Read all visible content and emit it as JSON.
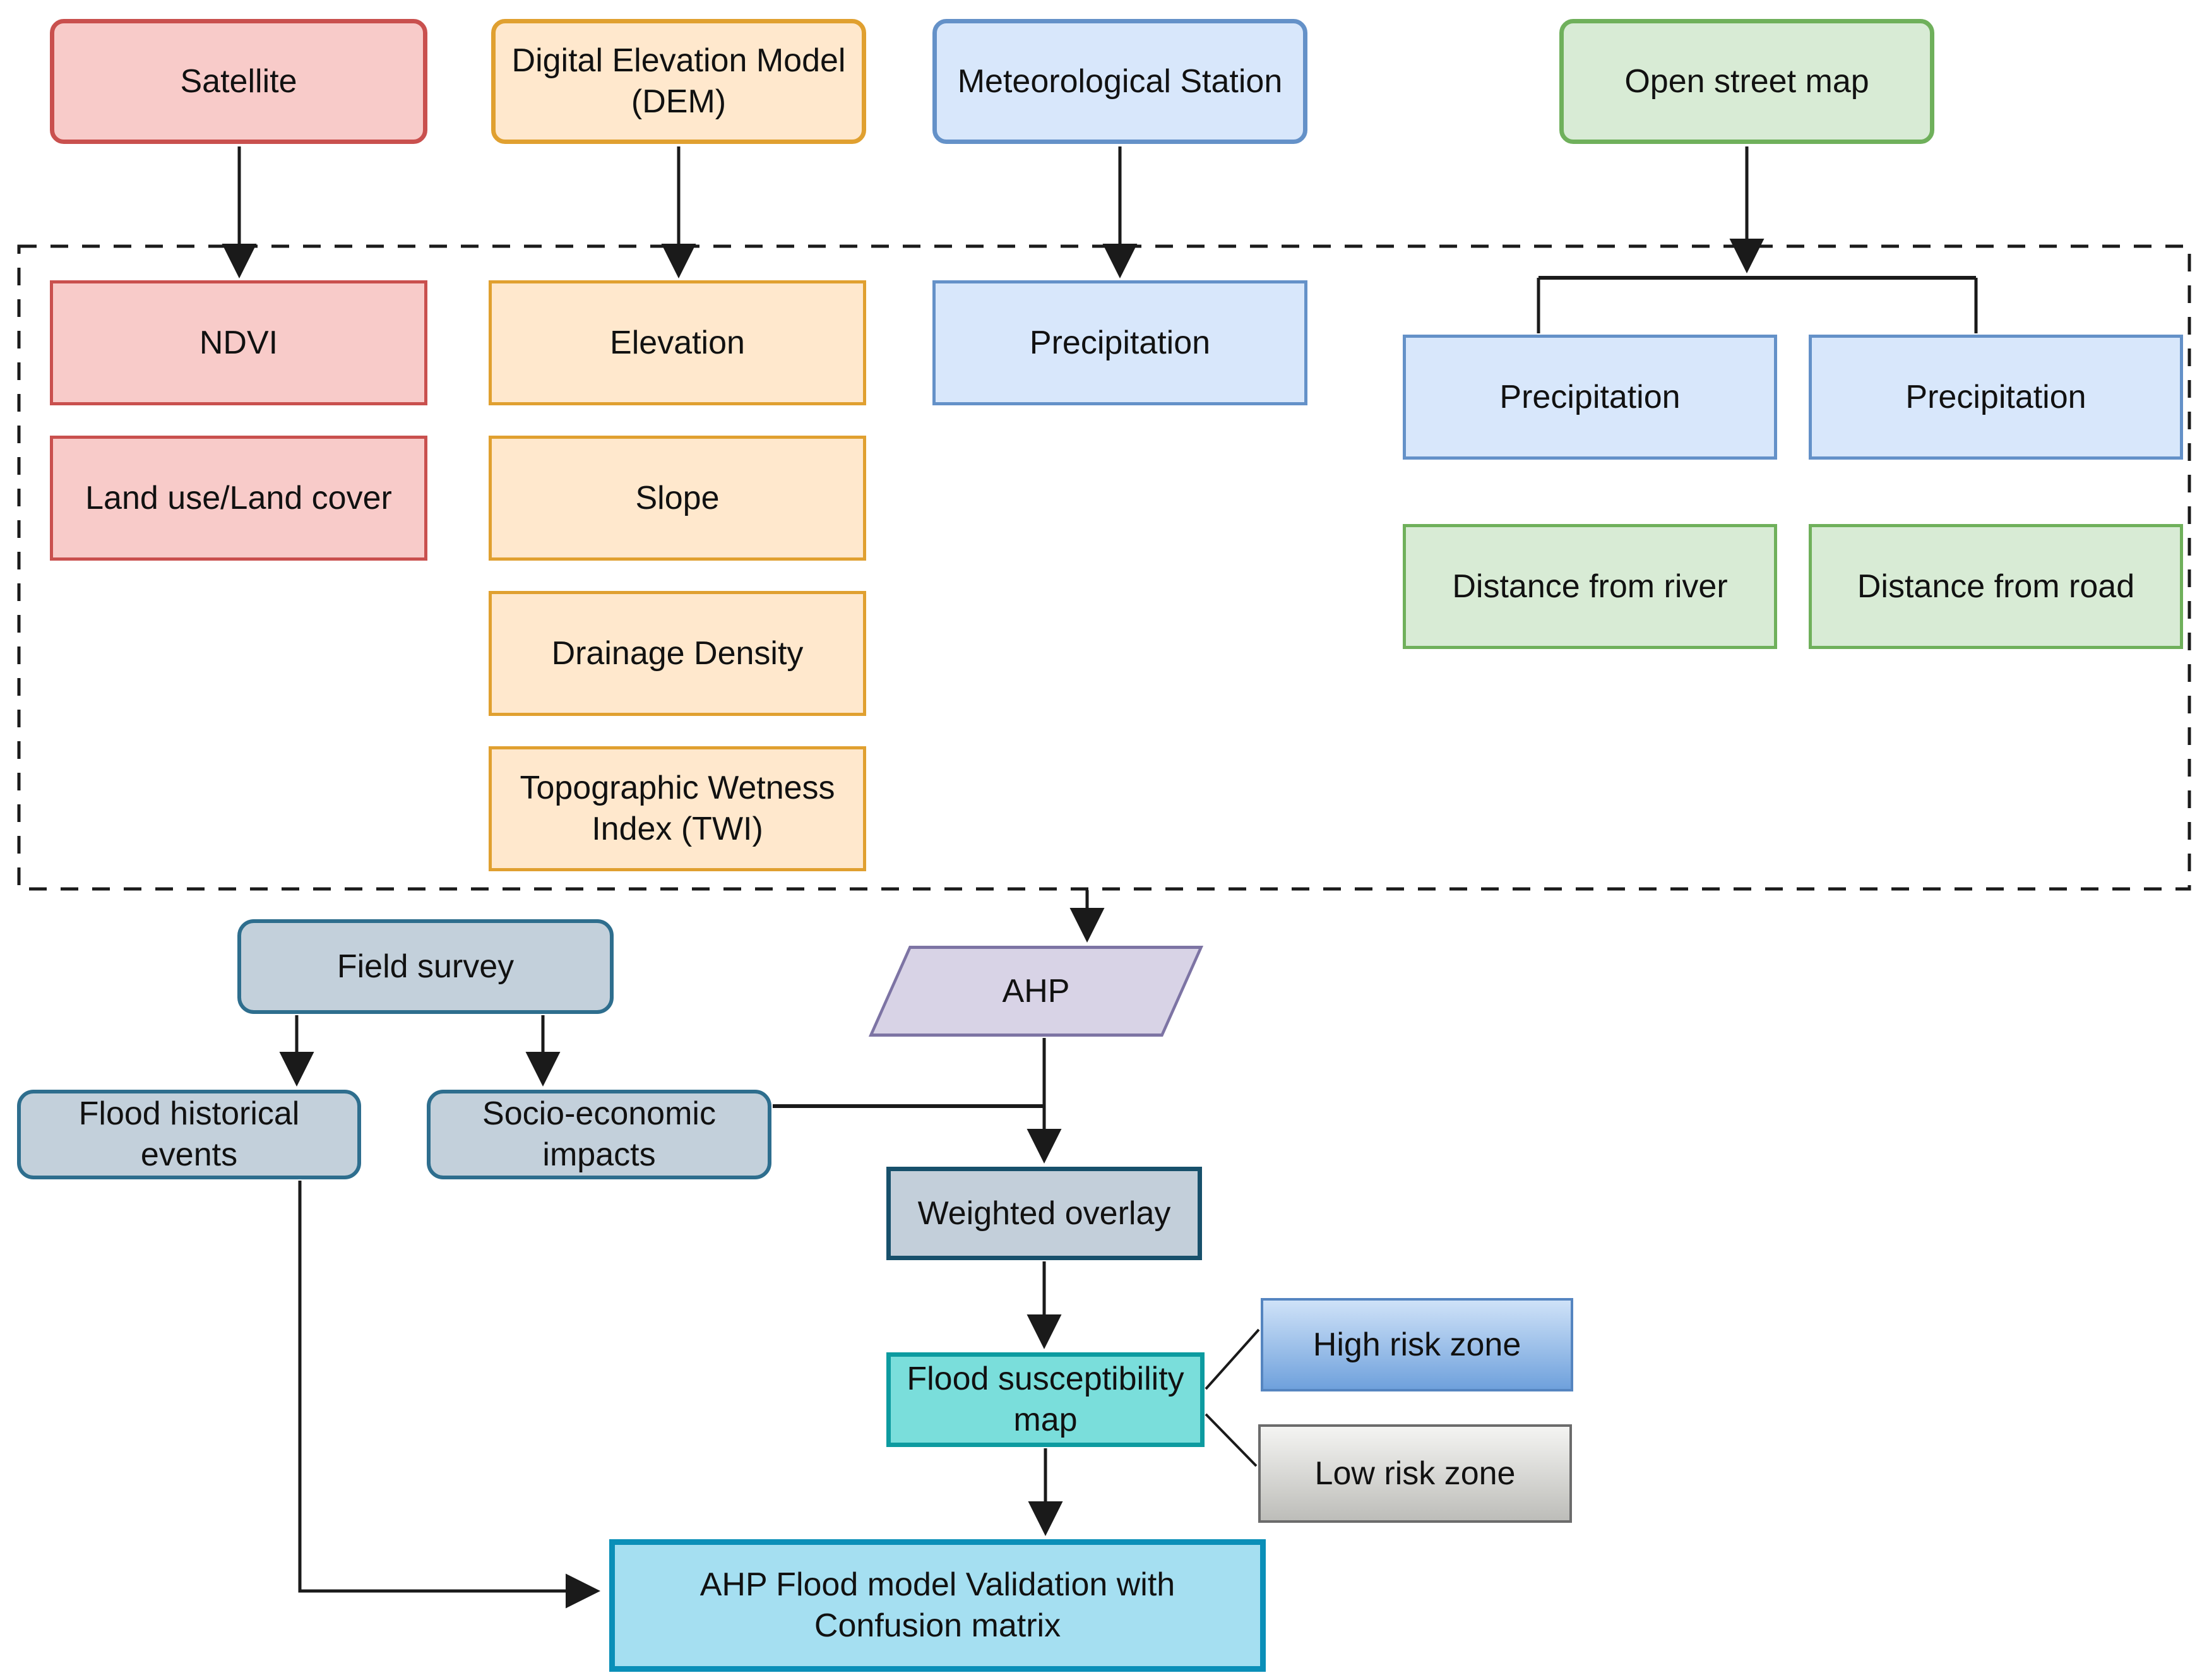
{
  "nodes": {
    "satellite": {
      "label": "Satellite"
    },
    "dem": {
      "label": "Digital Elevation Model (DEM)"
    },
    "met_station": {
      "label": "Meteorological Station"
    },
    "osm": {
      "label": "Open street map"
    },
    "ndvi": {
      "label": "NDVI"
    },
    "lulc": {
      "label": "Land use/Land cover"
    },
    "elevation": {
      "label": "Elevation"
    },
    "slope": {
      "label": "Slope"
    },
    "drainage_density": {
      "label": "Drainage Density"
    },
    "twi": {
      "label": "Topographic Wetness Index (TWI)"
    },
    "precipitation_station": {
      "label": "Precipitation"
    },
    "precipitation_osm_left": {
      "label": "Precipitation"
    },
    "precipitation_osm_right": {
      "label": "Precipitation"
    },
    "distance_from_river": {
      "label": "Distance from river"
    },
    "distance_from_road": {
      "label": "Distance from road"
    },
    "field_survey": {
      "label": "Field survey"
    },
    "flood_historical_events": {
      "label": "Flood historical events"
    },
    "socio_economic_impacts": {
      "label": "Socio-economic impacts"
    },
    "ahp": {
      "label": "AHP"
    },
    "weighted_overlay": {
      "label": "Weighted overlay"
    },
    "flood_susceptibility_map": {
      "label": "Flood susceptibility map"
    },
    "high_risk_zone": {
      "label": "High risk zone"
    },
    "low_risk_zone": {
      "label": "Low risk zone"
    },
    "validation": {
      "label": "AHP Flood model Validation with Confusion matrix"
    }
  },
  "colors": {
    "red_fill": "#f8cbc9",
    "red_stroke": "#c9504e",
    "orange_fill": "#ffe8cd",
    "orange_stroke": "#e0a030",
    "blue_fill": "#d8e7fb",
    "blue_stroke": "#6491c8",
    "green_fill": "#d8ebd5",
    "green_stroke": "#6fb05b",
    "slate_fill": "#c3d0db",
    "slate_stroke": "#2e6e8e",
    "slate_dark_stroke": "#17506b",
    "purple_fill": "#d8d3e6",
    "purple_stroke": "#7d74a4",
    "teal_fill": "#7adedb",
    "teal_stroke": "#0d9ba0",
    "cyan_fill": "#a5dff1",
    "cyan_stroke": "#0a8fb8",
    "high_risk_gradient": [
      "#cfe2f8",
      "#6fa1dc"
    ],
    "low_risk_gradient": [
      "#f4f4f2",
      "#bdbdb9"
    ],
    "line": "#1a1a1a",
    "text": "#111111"
  },
  "edges": [
    [
      "satellite",
      "ndvi"
    ],
    [
      "dem",
      "elevation"
    ],
    [
      "met_station",
      "precipitation_station"
    ],
    [
      "osm",
      "precipitation_osm_left"
    ],
    [
      "osm",
      "precipitation_osm_right"
    ],
    [
      "data_boundary",
      "ahp"
    ],
    [
      "field_survey",
      "flood_historical_events"
    ],
    [
      "field_survey",
      "socio_economic_impacts"
    ],
    [
      "ahp",
      "weighted_overlay"
    ],
    [
      "socio_economic_impacts",
      "weighted_overlay"
    ],
    [
      "weighted_overlay",
      "flood_susceptibility_map"
    ],
    [
      "flood_susceptibility_map",
      "high_risk_zone"
    ],
    [
      "flood_susceptibility_map",
      "low_risk_zone"
    ],
    [
      "flood_susceptibility_map",
      "validation"
    ],
    [
      "flood_historical_events",
      "validation"
    ]
  ]
}
